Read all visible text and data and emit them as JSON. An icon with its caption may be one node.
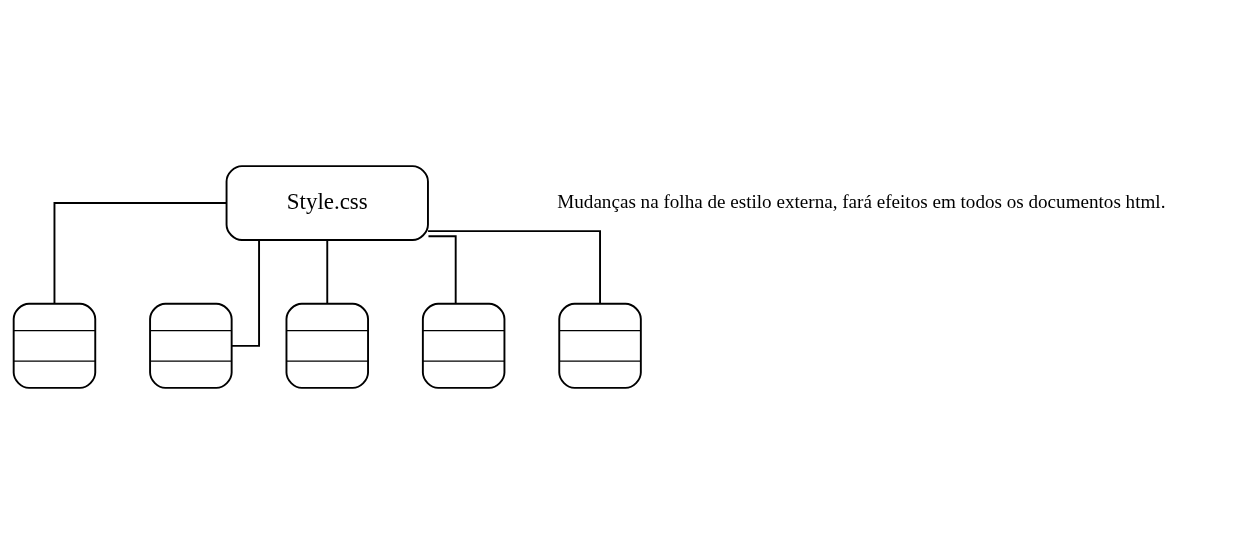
{
  "diagram": {
    "nodes": [
      {
        "text": [
          "Style.css"
        ]
      },
      {
        "text": [],
        "shape": "box"
      },
      {
        "text": [],
        "shape": "box"
      },
      {
        "text": [],
        "shape": "box"
      },
      {
        "text": [],
        "shape": "box"
      },
      {
        "text": [],
        "shape": "box"
      }
    ],
    "edges": [
      {
        "from": 0,
        "to": 1,
        "arrow": "none"
      },
      {
        "from": 0,
        "to": 2,
        "arrow": "none"
      },
      {
        "from": 0,
        "to": 3,
        "arrow": "none"
      },
      {
        "from": 0,
        "to": 4,
        "arrow": "none"
      },
      {
        "from": 0,
        "to": 5,
        "arrow": "none"
      }
    ],
    "labels": [
      "Mudanças na folha de estilo externa, fará efeitos em todos os documentos html."
    ]
  }
}
